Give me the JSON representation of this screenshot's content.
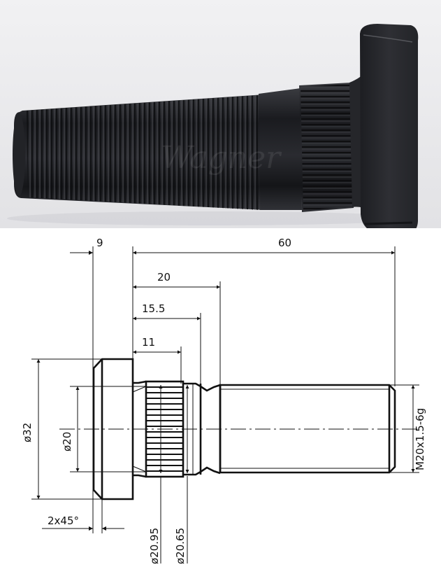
{
  "photo": {
    "subject": "wheel stud bolt with knurled shank and round head",
    "background_color": "#ececec",
    "part_color": "#1c1d20",
    "watermark": "faint signature watermark"
  },
  "drawing": {
    "line_color": "#111111",
    "dimensions": {
      "head_thickness": "9",
      "overall_length": "60",
      "to_thread_start": "20",
      "to_neck_end": "15.5",
      "knurl_length": "11",
      "head_diameter": "ø32",
      "shank_diameter": "ø20",
      "knurl_major_diameter": "ø20.95",
      "knurl_minor_diameter": "ø20.65",
      "thread_spec": "M20x1.5-6g",
      "chamfer": "2x45°"
    }
  }
}
